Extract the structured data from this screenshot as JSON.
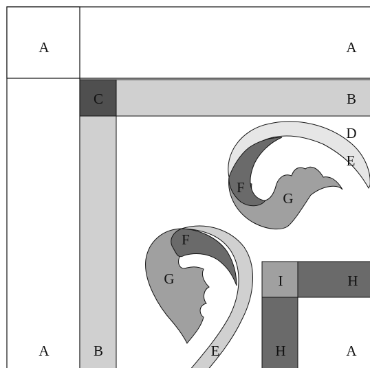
{
  "colors": {
    "background": "#ffffff",
    "outline": "#111111",
    "light_gray": "#d0d0d0",
    "pale_gray": "#e6e6e6",
    "mid_gray": "#a0a0a0",
    "dark_gray": "#6a6a6a",
    "darkest_gray": "#4f4f4f"
  },
  "labels": {
    "a_top_left": "A",
    "a_top_right": "A",
    "a_bottom_left": "A",
    "a_bottom_right": "A",
    "b_top": "B",
    "b_left": "B",
    "c": "C",
    "d": "D",
    "e_upper": "E",
    "e_lower": "E",
    "f_upper": "F",
    "f_lower": "F",
    "g_upper": "G",
    "g_lower": "G",
    "h_right": "H",
    "h_bottom": "H",
    "i": "I"
  }
}
